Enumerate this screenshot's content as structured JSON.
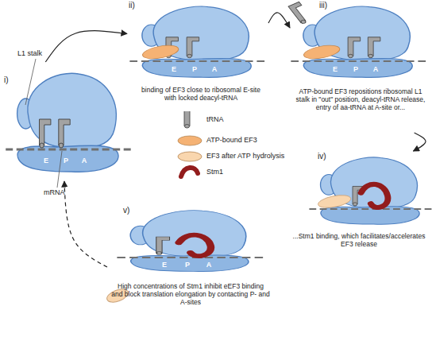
{
  "diagram": {
    "nodes": [
      {
        "text": [
          "i)"
        ]
      },
      {
        "text": [
          "ii)",
          "binding of EF3 close to ribosomal E-site with locked deacyl-tRNA"
        ]
      },
      {
        "text": [
          "iii)",
          "ATP-bound EF3 repositions ribosomal L1 stalk in \"out\" position, deacyl-tRNA release, entry of aa-tRNA at A-site or..."
        ]
      },
      {
        "text": [
          "iv)",
          "...Stm1 binding, which facilitates/accelerates EF3 release"
        ]
      },
      {
        "text": [
          "v)",
          "High concentrations of Stm1 inhibit eEF3 binding and block translation elongation by contacting P- and A-sites"
        ]
      }
    ],
    "edges": [
      {
        "from": 0,
        "to": 1,
        "arrow": "to"
      },
      {
        "from": 1,
        "to": 2,
        "arrow": "to"
      },
      {
        "from": 2,
        "to": 3,
        "arrow": "to"
      },
      {
        "from": 4,
        "to": 0,
        "arrow": "to"
      }
    ],
    "labels": [
      "L1 stalk",
      "mRNA",
      "E",
      "P",
      "A",
      "E",
      "P",
      "A",
      "E",
      "P",
      "A",
      "E",
      "P",
      "A"
    ],
    "legend": [
      {
        "text": "tRNA"
      },
      {
        "text": "ATP-bound EF3",
        "color": "#f5b274"
      },
      {
        "text": "EF3 after ATP hydrolysis",
        "color": "#f9d6ae"
      },
      {
        "text": "Stm1",
        "color": "#921c1c"
      }
    ]
  }
}
